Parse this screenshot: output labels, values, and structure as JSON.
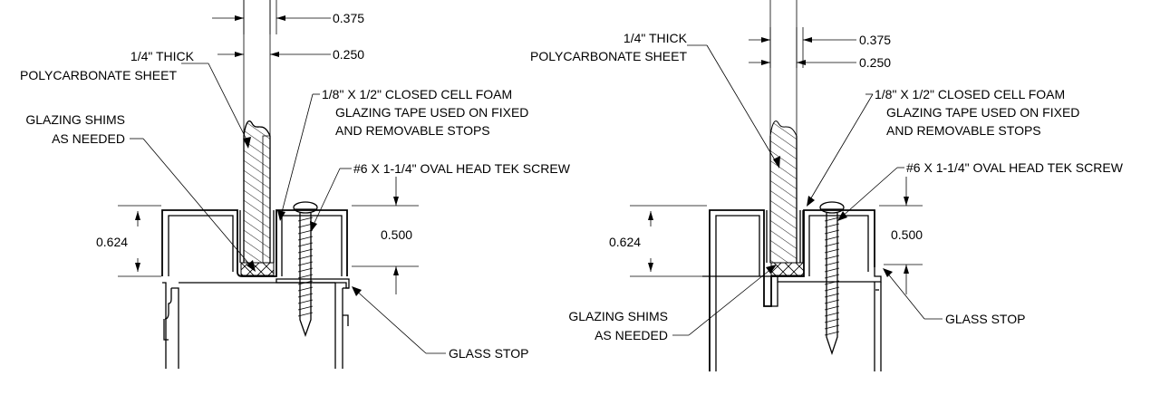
{
  "details": [
    {
      "id": "left",
      "labels": {
        "sheet_line1": "1/4\" THICK",
        "sheet_line2": "POLYCARBONATE SHEET",
        "shims_line1": "GLAZING SHIMS",
        "shims_line2": "AS NEEDED",
        "tape_line1": "1/8\" X 1/2\" CLOSED CELL FOAM",
        "tape_line2": "GLAZING TAPE USED ON FIXED",
        "tape_line3": "AND REMOVABLE STOPS",
        "screw": "#6 X 1-1/4\" OVAL HEAD TEK SCREW",
        "glass_stop": "GLASS STOP"
      },
      "dims": {
        "overall_width": "0.375",
        "sheet_width": "0.250",
        "height_left": "0.624",
        "height_right": "0.500"
      }
    },
    {
      "id": "right",
      "labels": {
        "sheet_line1": "1/4\" THICK",
        "sheet_line2": "POLYCARBONATE SHEET",
        "shims_line1": "GLAZING SHIMS",
        "shims_line2": "AS NEEDED",
        "tape_line1": "1/8\" X 1/2\" CLOSED CELL FOAM",
        "tape_line2": "GLAZING TAPE USED ON FIXED",
        "tape_line3": "AND REMOVABLE STOPS",
        "screw": "#6 X 1-1/4\" OVAL HEAD TEK SCREW",
        "glass_stop": "GLASS STOP"
      },
      "dims": {
        "overall_width": "0.375",
        "sheet_width": "0.250",
        "height_left": "0.624",
        "height_right": "0.500"
      }
    }
  ]
}
